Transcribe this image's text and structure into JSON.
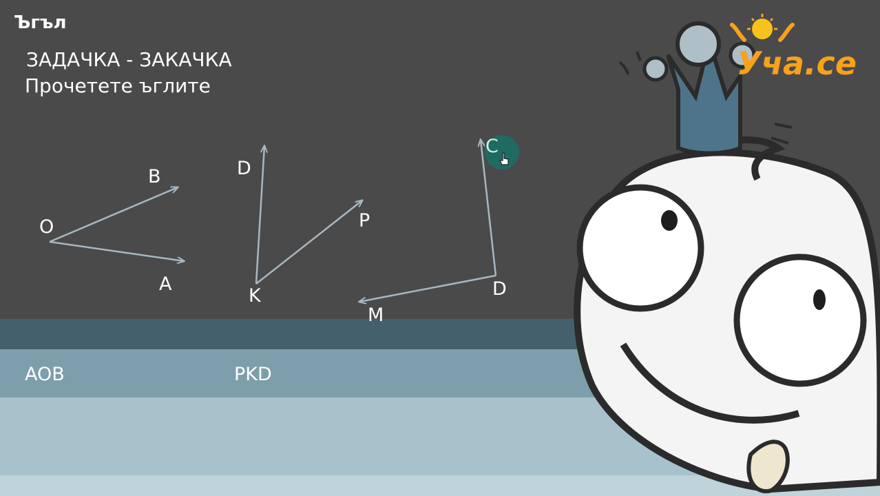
{
  "header": {
    "section_label": "Ъгъл",
    "task_title": "ЗАДАЧКА - ЗАКАЧКА",
    "task_subtitle": "Прочетете ъглите"
  },
  "points": {
    "angle1": {
      "vertex": "O",
      "ray1_end": "B",
      "ray2_end": "A"
    },
    "angle2": {
      "vertex": "K",
      "ray1_end": "D",
      "ray2_end": "P"
    },
    "angle3": {
      "vertex": "D",
      "ray1_end": "C",
      "ray2_end": "M"
    }
  },
  "answers": [
    "AOB",
    "PKD"
  ],
  "logo": {
    "text": "Уча.се"
  },
  "colors": {
    "background": "#4a4a4b",
    "ray": "#a9b7bf",
    "band_dark": "#44606c",
    "band_mid": "#7d9eab",
    "band_light": "#a8c2cc",
    "logo_orange": "#f7a21b",
    "cursor_highlight": "#1f6b62"
  },
  "icons": [
    "pointer-hand-icon",
    "sun-icon",
    "mascot-illustration"
  ]
}
